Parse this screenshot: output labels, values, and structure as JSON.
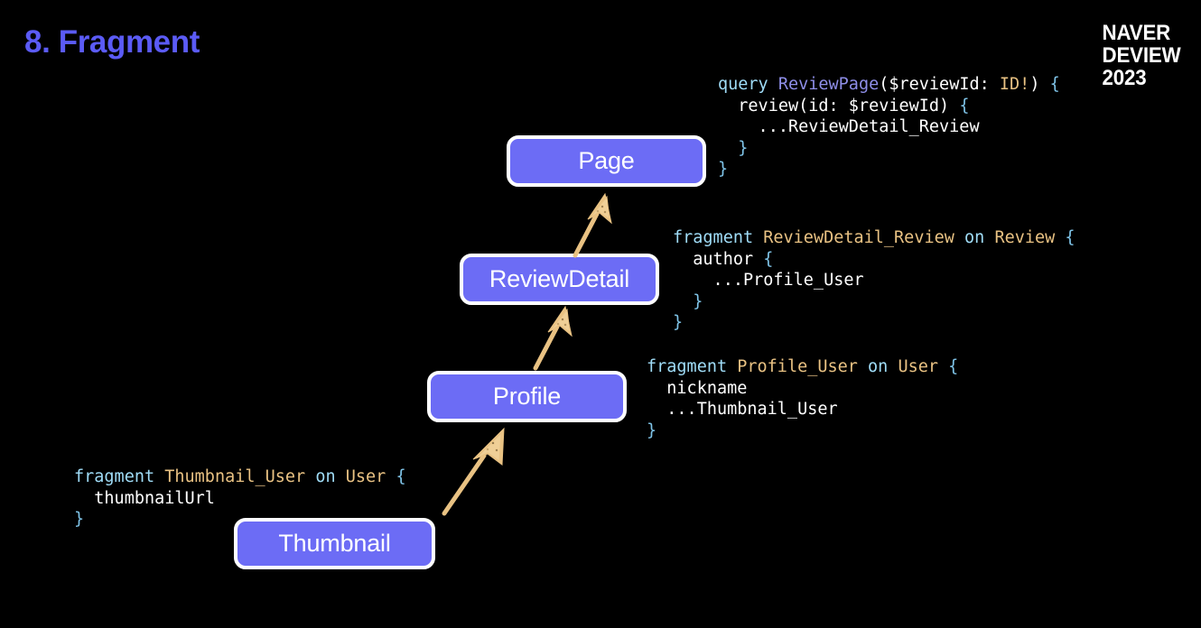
{
  "slide": {
    "title": "8. Fragment",
    "background_color": "#000000",
    "title_color": "#5b5bf5"
  },
  "brand": {
    "line1": "NAVER",
    "line2": "DEVIEW",
    "line3": "2023",
    "color": "#ffffff"
  },
  "palette": {
    "node_fill": "#6c6cf5",
    "node_border": "#ffffff",
    "node_text": "#ffffff",
    "arrow": "#e9c283",
    "code_keyword": "#9fdcf7",
    "code_type": "#e9c283",
    "code_operation": "#8e8ee8",
    "code_plain": "#ffffff"
  },
  "nodes": [
    {
      "id": "page",
      "label": "Page"
    },
    {
      "id": "reviewdetail",
      "label": "ReviewDetail"
    },
    {
      "id": "profile",
      "label": "Profile"
    },
    {
      "id": "thumbnail",
      "label": "Thumbnail"
    }
  ],
  "arrows": [
    {
      "id": "reviewdetail-to-page",
      "from": "ReviewDetail",
      "to": "Page",
      "direction": "up-right"
    },
    {
      "id": "profile-to-reviewdetail",
      "from": "Profile",
      "to": "ReviewDetail",
      "direction": "up-right"
    },
    {
      "id": "thumbnail-to-profile",
      "from": "Thumbnail",
      "to": "Profile",
      "direction": "up-right"
    }
  ],
  "code_blocks": {
    "query": {
      "id": "code-query",
      "lines": [
        "query ReviewPage($reviewId: ID!) {",
        "  review(id: $reviewId) {",
        "    ...ReviewDetail_Review",
        "  }",
        "}"
      ],
      "tokens": [
        [
          {
            "t": "query",
            "c": "kw"
          },
          {
            "t": " ",
            "c": "plain"
          },
          {
            "t": "ReviewPage",
            "c": "op"
          },
          {
            "t": "($reviewId: ",
            "c": "plain"
          },
          {
            "t": "ID!",
            "c": "type"
          },
          {
            "t": ") ",
            "c": "plain"
          },
          {
            "t": "{",
            "c": "brace"
          }
        ],
        [
          {
            "t": "  review(id: $reviewId) ",
            "c": "plain"
          },
          {
            "t": "{",
            "c": "brace"
          }
        ],
        [
          {
            "t": "    ...ReviewDetail_Review",
            "c": "plain"
          }
        ],
        [
          {
            "t": "  }",
            "c": "brace"
          }
        ],
        [
          {
            "t": "}",
            "c": "brace"
          }
        ]
      ]
    },
    "reviewdetail": {
      "id": "code-reviewdetail",
      "lines": [
        "fragment ReviewDetail_Review on Review {",
        "  author {",
        "    ...Profile_User",
        "  }",
        "}"
      ],
      "tokens": [
        [
          {
            "t": "fragment ",
            "c": "kw"
          },
          {
            "t": "ReviewDetail_Review",
            "c": "type"
          },
          {
            "t": " on ",
            "c": "kw"
          },
          {
            "t": "Review",
            "c": "type"
          },
          {
            "t": " ",
            "c": "plain"
          },
          {
            "t": "{",
            "c": "brace"
          }
        ],
        [
          {
            "t": "  author ",
            "c": "plain"
          },
          {
            "t": "{",
            "c": "brace"
          }
        ],
        [
          {
            "t": "    ...Profile_User",
            "c": "plain"
          }
        ],
        [
          {
            "t": "  }",
            "c": "brace"
          }
        ],
        [
          {
            "t": "}",
            "c": "brace"
          }
        ]
      ]
    },
    "profile": {
      "id": "code-profile",
      "lines": [
        "fragment Profile_User on User {",
        "  nickname",
        "  ...Thumbnail_User",
        "}"
      ],
      "tokens": [
        [
          {
            "t": "fragment ",
            "c": "kw"
          },
          {
            "t": "Profile_User",
            "c": "type"
          },
          {
            "t": " on ",
            "c": "kw"
          },
          {
            "t": "User",
            "c": "type"
          },
          {
            "t": " ",
            "c": "plain"
          },
          {
            "t": "{",
            "c": "brace"
          }
        ],
        [
          {
            "t": "  nickname",
            "c": "plain"
          }
        ],
        [
          {
            "t": "  ...Thumbnail_User",
            "c": "plain"
          }
        ],
        [
          {
            "t": "}",
            "c": "brace"
          }
        ]
      ]
    },
    "thumbnail": {
      "id": "code-thumbnail",
      "lines": [
        "fragment Thumbnail_User on User {",
        "  thumbnailUrl",
        "}"
      ],
      "tokens": [
        [
          {
            "t": "fragment ",
            "c": "kw"
          },
          {
            "t": "Thumbnail_User",
            "c": "type"
          },
          {
            "t": " on ",
            "c": "kw"
          },
          {
            "t": "User",
            "c": "type"
          },
          {
            "t": " ",
            "c": "plain"
          },
          {
            "t": "{",
            "c": "brace"
          }
        ],
        [
          {
            "t": "  thumbnailUrl",
            "c": "plain"
          }
        ],
        [
          {
            "t": "}",
            "c": "brace"
          }
        ]
      ]
    }
  }
}
